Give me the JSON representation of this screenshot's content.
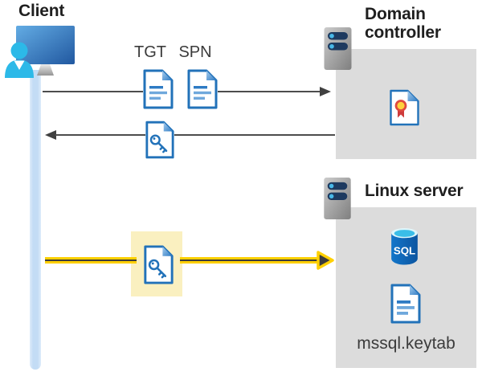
{
  "client": {
    "title": "Client"
  },
  "labels": {
    "tgt": "TGT",
    "spn": "SPN"
  },
  "domain_controller": {
    "title": "Domain controller"
  },
  "linux_server": {
    "title": "Linux server",
    "sql_text": "SQL",
    "keytab": "mssql.keytab"
  },
  "icons": {
    "client": "client-workstation-icon",
    "server": "server-icon",
    "ticket_document": "document-ticket-icon",
    "key_ticket": "key-ticket-icon",
    "certificate": "certificate-icon",
    "sql_database": "sql-database-icon"
  },
  "colors": {
    "doc_blue": "#2272b9",
    "doc_line_light": "#6fa8dc",
    "line_gray": "#4d4d4d",
    "panel_gray": "#dcdcdc",
    "highlight_yellow": "#faf0c0",
    "arrow_yellow": "#ffd000",
    "arrow_core_dark": "#3c3c3c",
    "lifeline_blue": "#c3dcf5",
    "person_cyan": "#2cb9e8",
    "server_bar_navy": "#1e3a5f",
    "server_dot_blue": "#48b8e8",
    "sql_blue": "#1168be",
    "sql_top_cyan": "#3abee8",
    "seal_yellow": "#ffd23e",
    "ribbon_red": "#ce3b3b",
    "title_black": "#1f1f1f",
    "label_gray": "#3b3b3b"
  }
}
